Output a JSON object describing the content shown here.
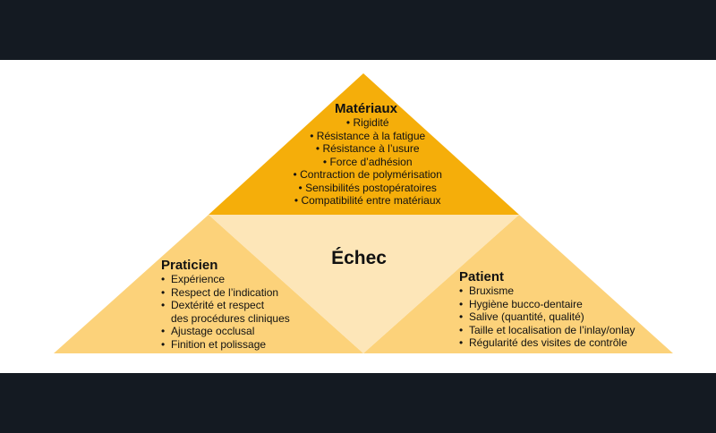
{
  "diagram": {
    "colors": {
      "top": "#f5ae0a",
      "sides": "#fcd27a",
      "center": "#fde6b8",
      "frame": "#141a22"
    },
    "center_label": "Échec",
    "materiaux": {
      "title": "Matériaux",
      "items": [
        "Rigidité",
        "Résistance à la fatigue",
        "Résistance à l’usure",
        "Force d’adhésion",
        "Contraction de polymérisation",
        "Sensibilités postopératoires",
        "Compatibilité entre matériaux"
      ]
    },
    "praticien": {
      "title": "Praticien",
      "items": [
        "Expérience",
        "Respect de l’indication",
        "Dextérité et respect",
        "des procédures cliniques",
        "Ajustage occlusal",
        "Finition et polissage"
      ]
    },
    "patient": {
      "title": "Patient",
      "items": [
        "Bruxisme",
        "Hygiène bucco-dentaire",
        "Salive (quantité, qualité)",
        "Taille et localisation de l’inlay/onlay",
        "Régularité des visites de contrôle"
      ]
    }
  }
}
